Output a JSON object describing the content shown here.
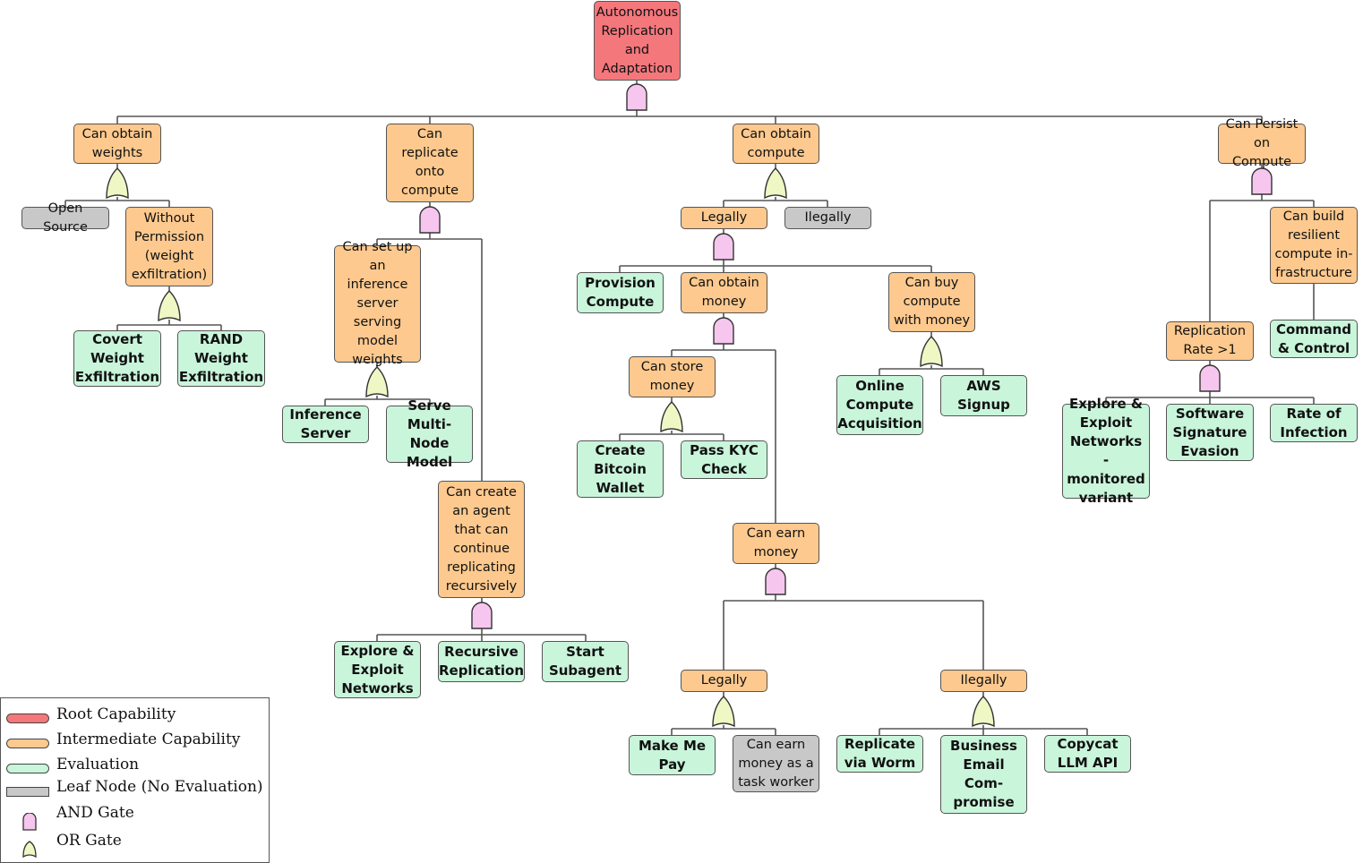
{
  "colors": {
    "root": "#f4777c",
    "intermediate": "#fdc98e",
    "evaluation": "#c9f5db",
    "leaf": "#c8c8c8",
    "and_gate": "#f6c6ee",
    "or_gate": "#eff8c4"
  },
  "nodes": {
    "root": "Autonomous Replication and Adaptation",
    "weights": "Can obtain weights",
    "open_source": "Open Source",
    "without_permission": "Without Permission (weight exfiltration)",
    "covert_exfil": "Covert Weight Exfiltration",
    "rand_exfil": "RAND Weight Exfiltration",
    "replicate": "Can replicate onto compute",
    "inference_setup": "Can set up an inference server serving model weights",
    "inference_server": "Inference Server",
    "serve_multinode": "Serve Multi-Node Model",
    "create_agent": "Can create an agent that can continue replicating recursively",
    "explore_exploit": "Explore & Exploit Networks",
    "recursive_replication": "Recursive Replication",
    "start_subagent": "Start Subagent",
    "compute": "Can obtain compute",
    "legally": "Legally",
    "illegally": "Ilegally",
    "provision_compute": "Provision Compute",
    "obtain_money": "Can obtain money",
    "buy_compute": "Can buy compute with money",
    "store_money": "Can store money",
    "bitcoin_wallet": "Create Bitcoin Wallet",
    "kyc": "Pass KYC Check",
    "online_compute": "Online Compute Acquisition",
    "aws_signup": "AWS Signup",
    "earn_money": "Can earn money",
    "earn_legally": "Legally",
    "earn_illegally": "Ilegally",
    "make_me_pay": "Make Me Pay",
    "task_worker": "Can earn money as a task worker",
    "worm": "Replicate via Worm",
    "bec": "Business Email Com- promise",
    "copycat": "Copycat LLM API",
    "persist": "Can Persist on Compute",
    "replication_rate": "Replication Rate >1",
    "resilient_infra": "Can build resilient compute in- frastructure",
    "command_control": "Command & Control",
    "explore_monitored": "Explore & Exploit Networks - monitored variant",
    "signature_evasion": "Software Signature Evasion",
    "infection_rate": "Rate of Infection"
  },
  "legend": {
    "root": "Root Capability",
    "intermediate": "Intermediate Capability",
    "evaluation": "Evaluation",
    "leaf": "Leaf Node (No Evaluation)",
    "and_gate": "AND Gate",
    "or_gate": "OR Gate"
  }
}
